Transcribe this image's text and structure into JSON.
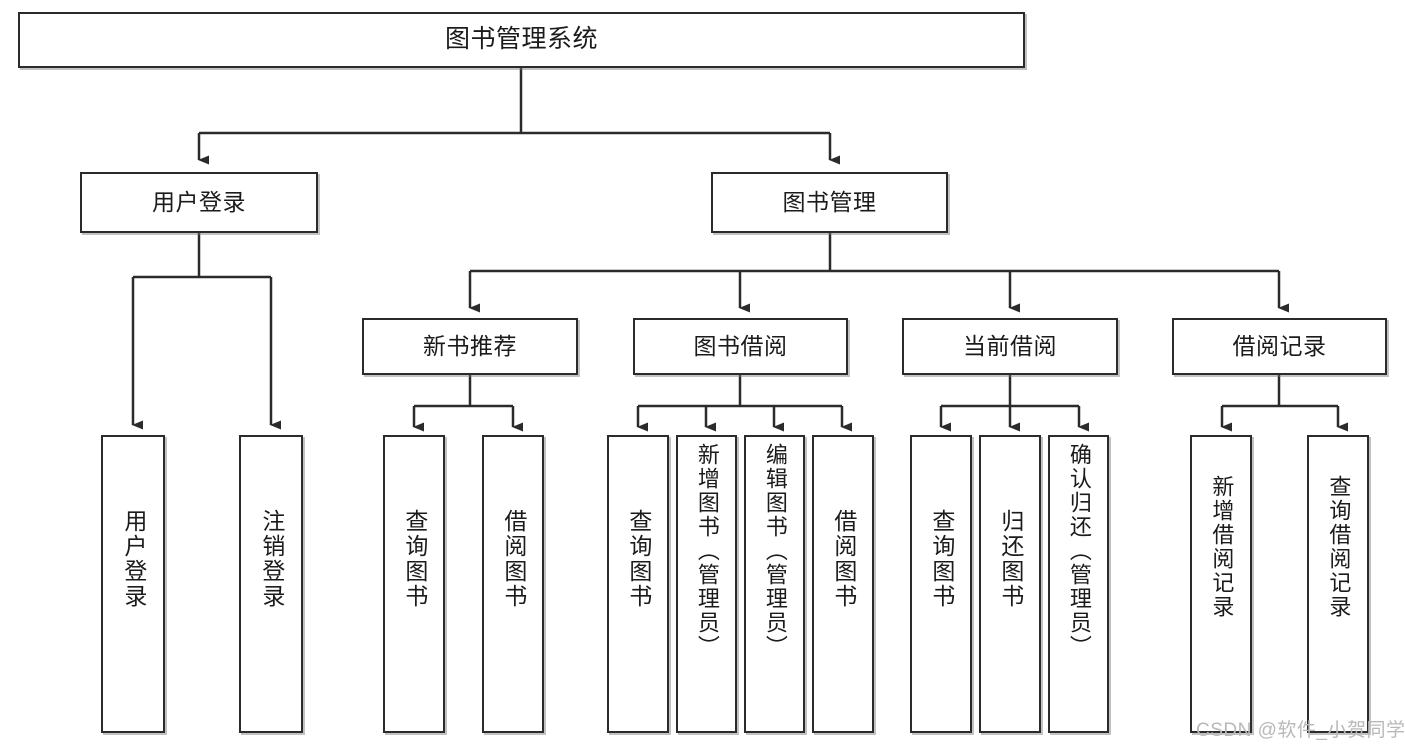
{
  "diagram": {
    "type": "tree",
    "title": "图书管理系统",
    "root": {
      "id": "root",
      "label": "图书管理系统"
    },
    "level2": [
      {
        "id": "user-login",
        "label": "用户登录"
      },
      {
        "id": "book-manage",
        "label": "图书管理"
      }
    ],
    "level3": [
      {
        "id": "new-book-recommend",
        "label": "新书推荐"
      },
      {
        "id": "book-borrow",
        "label": "图书借阅"
      },
      {
        "id": "current-borrow",
        "label": "当前借阅"
      },
      {
        "id": "borrow-record",
        "label": "借阅记录"
      }
    ],
    "leaves": {
      "user_login": [
        {
          "id": "leaf-user-login",
          "label": "用户登录"
        },
        {
          "id": "leaf-logout-login",
          "label": "注销登录"
        }
      ],
      "new_book_recommend": [
        {
          "id": "leaf-query-book-1",
          "label": "查询图书"
        },
        {
          "id": "leaf-borrow-book-1",
          "label": "借阅图书"
        }
      ],
      "book_borrow": [
        {
          "id": "leaf-query-book-2",
          "label": "查询图书"
        },
        {
          "id": "leaf-add-book",
          "label": "新增图书（管理员）"
        },
        {
          "id": "leaf-edit-book",
          "label": "编辑图书（管理员）"
        },
        {
          "id": "leaf-borrow-book-2",
          "label": "借阅图书"
        }
      ],
      "current_borrow": [
        {
          "id": "leaf-query-book-3",
          "label": "查询图书"
        },
        {
          "id": "leaf-return-book",
          "label": "归还图书"
        },
        {
          "id": "leaf-confirm-return",
          "label": "确认归还（管理员）"
        }
      ],
      "borrow_record": [
        {
          "id": "leaf-add-record",
          "label": "新增借阅记录"
        },
        {
          "id": "leaf-query-record",
          "label": "查询借阅记录"
        }
      ]
    }
  },
  "watermark": {
    "text": "CSDN @软件_小贺同学"
  },
  "colors": {
    "box_border": "#2b2b2b",
    "box_fill": "#ffffff",
    "connector": "#2b2b2b",
    "text": "#1b1b1b",
    "watermark": "#b9b9b9",
    "background": "#ffffff"
  }
}
